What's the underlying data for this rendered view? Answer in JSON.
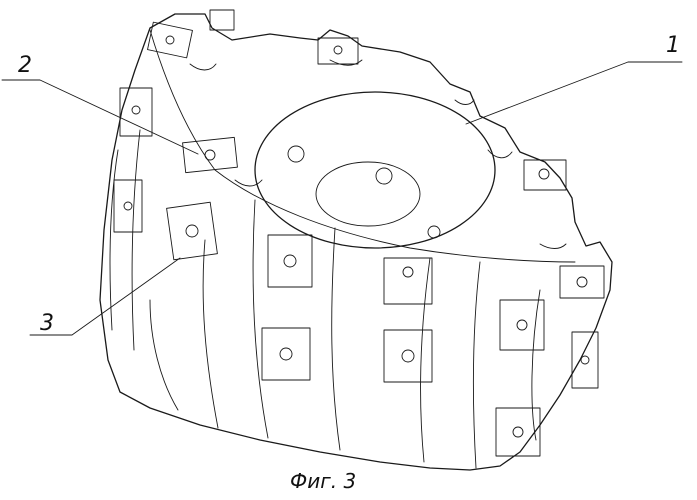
{
  "figure": {
    "caption": "Фиг. 3",
    "callouts": [
      {
        "label": "1"
      },
      {
        "label": "2"
      },
      {
        "label": "3"
      }
    ]
  }
}
